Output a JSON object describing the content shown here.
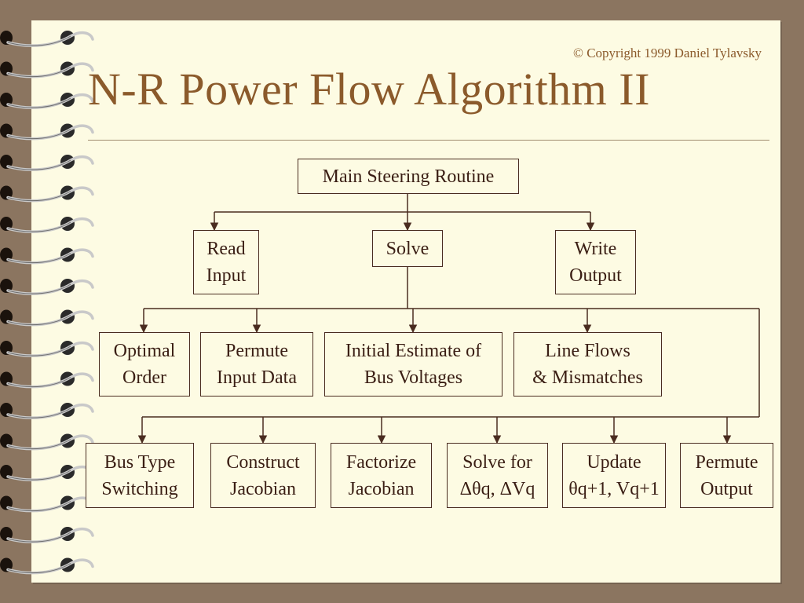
{
  "header": {
    "copyright": "© Copyright 1999 Daniel Tylavsky",
    "title": "N-R Power Flow Algorithm II"
  },
  "diagram": {
    "root": "Main Steering Routine",
    "level1": {
      "read_input": [
        "Read",
        "Input"
      ],
      "solve": "Solve",
      "write_output": [
        "Write",
        "Output"
      ]
    },
    "level2": {
      "optimal_order": [
        "Optimal",
        "Order"
      ],
      "permute_input": [
        "Permute",
        "Input Data"
      ],
      "initial_estimate": [
        "Initial Estimate of",
        "Bus Voltages"
      ],
      "line_flows": [
        "Line Flows",
        "& Mismatches"
      ]
    },
    "level3": {
      "bus_type": [
        "Bus Type",
        "Switching"
      ],
      "construct_jacobian": [
        "Construct",
        "Jacobian"
      ],
      "factorize_jacobian": [
        "Factorize",
        "Jacobian"
      ],
      "solve_for": [
        "Solve for",
        "Δθq, ΔVq"
      ],
      "update": [
        "Update",
        "θq+1, Vq+1"
      ],
      "permute_output": [
        "Permute",
        "Output"
      ]
    }
  },
  "colors": {
    "frame": "#8b7560",
    "paper": "#fdfbe3",
    "title": "#8b5a2b",
    "box_border": "#4a2c20"
  }
}
